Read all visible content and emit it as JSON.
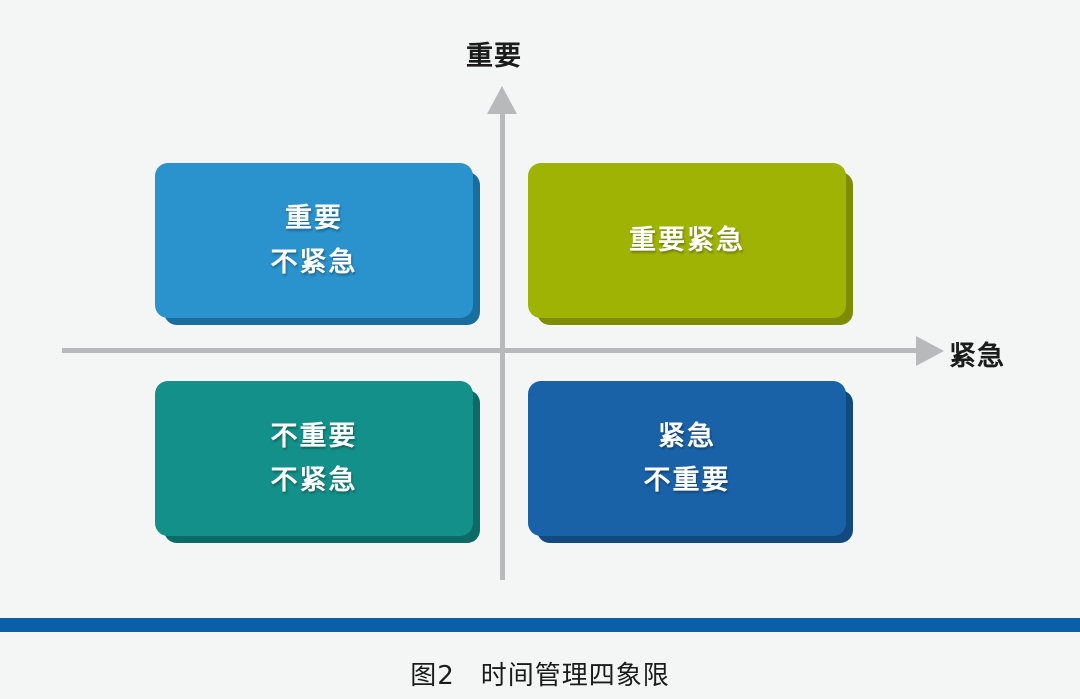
{
  "figure": {
    "background_color": "#f4f5f5",
    "caption_number": "图2",
    "caption_title": "时间管理四象限",
    "bottom_rule_color": "#0b5ea8"
  },
  "axes": {
    "vertical": {
      "label": "重要",
      "arrow_direction": "up",
      "color": "#b7b9bb"
    },
    "horizontal": {
      "label": "紧急",
      "arrow_direction": "right",
      "color": "#b7b9bb"
    }
  },
  "chart_data": {
    "type": "diagram",
    "title": "时间管理四象限",
    "xlabel": "紧急",
    "ylabel": "重要",
    "quadrants": [
      {
        "position": "top-left",
        "lines": [
          "重要",
          "不紧急"
        ],
        "color": "#2a92cc",
        "shadow_color": "#1a6e9e"
      },
      {
        "position": "top-right",
        "lines": [
          "重要紧急"
        ],
        "color": "#9fb304",
        "shadow_color": "#7d8c03"
      },
      {
        "position": "bottom-left",
        "lines": [
          "不重要",
          "不紧急"
        ],
        "color": "#139089",
        "shadow_color": "#0c6b66"
      },
      {
        "position": "bottom-right",
        "lines": [
          "紧急",
          "不重要"
        ],
        "color": "#1a62a8",
        "shadow_color": "#124a80"
      }
    ]
  }
}
